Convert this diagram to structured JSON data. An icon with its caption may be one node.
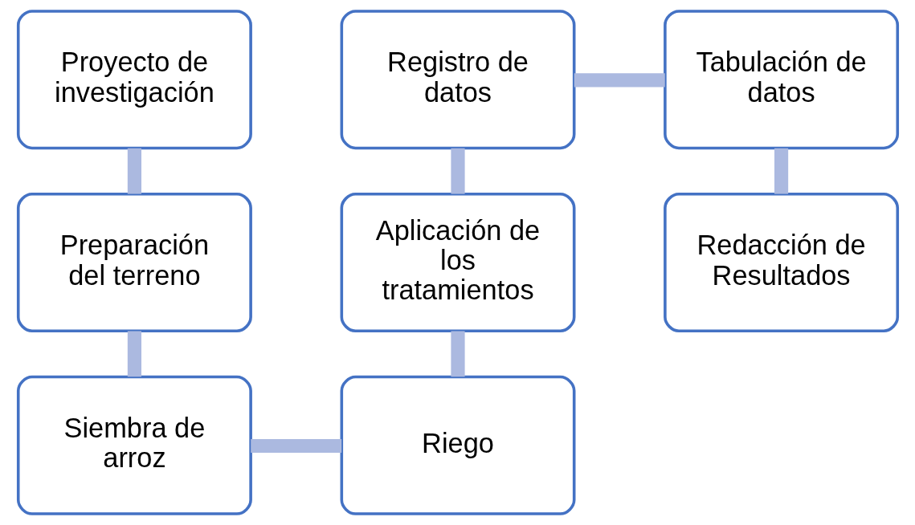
{
  "diagram": {
    "nodes": [
      {
        "text": [
          "Proyecto de investigación"
        ]
      },
      {
        "text": [
          "Preparación del terreno"
        ]
      },
      {
        "text": [
          "Siembra de arroz"
        ]
      },
      {
        "text": [
          "Riego"
        ]
      },
      {
        "text": [
          "Aplicación de los tratamientos"
        ]
      },
      {
        "text": [
          "Registro de datos"
        ]
      },
      {
        "text": [
          "Tabulación de datos"
        ]
      },
      {
        "text": [
          "Redacción de Resultados"
        ]
      }
    ],
    "edges": [
      {
        "from": 0,
        "to": 1,
        "arrow": "none"
      },
      {
        "from": 1,
        "to": 2,
        "arrow": "none"
      },
      {
        "from": 2,
        "to": 3,
        "arrow": "none"
      },
      {
        "from": 3,
        "to": 4,
        "arrow": "none"
      },
      {
        "from": 4,
        "to": 5,
        "arrow": "none"
      },
      {
        "from": 5,
        "to": 6,
        "arrow": "none"
      },
      {
        "from": 6,
        "to": 7,
        "arrow": "none"
      }
    ]
  }
}
